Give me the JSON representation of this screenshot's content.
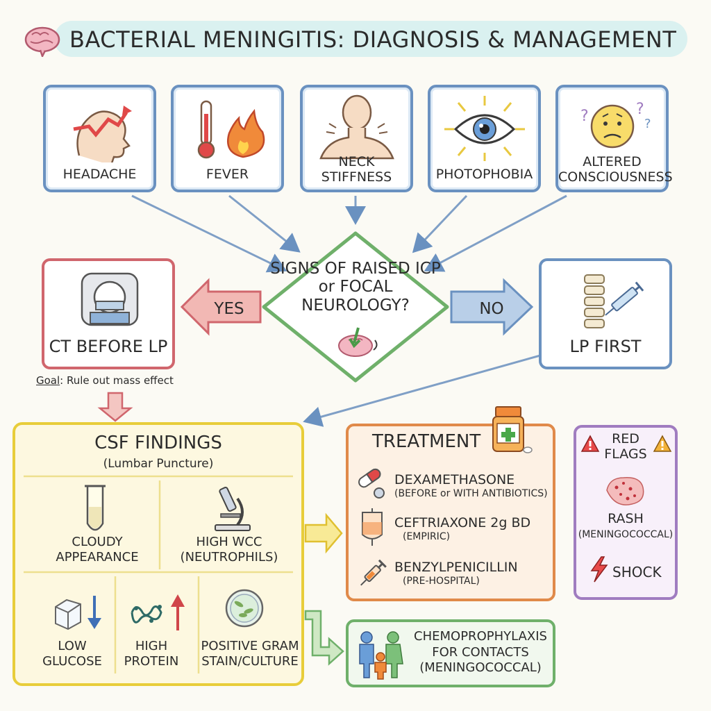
{
  "title": "BACTERIAL MENINGITIS: DIAGNOSIS & MANAGEMENT",
  "symptoms": [
    {
      "label": "HEADACHE",
      "icon": "head-pain-icon"
    },
    {
      "label": "FEVER",
      "icon": "thermometer-flame-icon"
    },
    {
      "label": "NECK STIFFNESS",
      "icon": "stiff-neck-icon"
    },
    {
      "label": "PHOTOPHOBIA",
      "icon": "eye-icon"
    },
    {
      "label": "ALTERED CONSCIOUSNESS",
      "icon": "confused-face-icon"
    }
  ],
  "decision": {
    "question": "SIGNS OF RAISED ICP or FOCAL NEUROLOGY?",
    "yes": "YES",
    "no": "NO"
  },
  "ct": {
    "label": "CT BEFORE LP",
    "goal_label": "Goal",
    "goal_text": ": Rule out mass effect"
  },
  "lp": {
    "label": "LP FIRST"
  },
  "csf": {
    "title": "CSF FINDINGS",
    "subtitle": "(Lumbar Puncture)",
    "findings": [
      {
        "line1": "CLOUDY",
        "line2": "APPEARANCE"
      },
      {
        "line1": "HIGH WCC",
        "line2": "(NEUTROPHILS)"
      },
      {
        "line1": "LOW",
        "line2": "GLUCOSE"
      },
      {
        "line1": "HIGH",
        "line2": "PROTEIN"
      },
      {
        "line1": "POSITIVE GRAM",
        "line2": "STAIN/CULTURE"
      }
    ]
  },
  "treatment": {
    "title": "TREATMENT",
    "items": [
      {
        "drug": "DEXAMETHASONE",
        "note": "(BEFORE or WITH ANTIBIOTICS)"
      },
      {
        "drug": "CEFTRIAXONE 2g BD",
        "note": "(EMPIRIC)"
      },
      {
        "drug": "BENZYLPENICILLIN",
        "note": "(PRE-HOSPITAL)"
      }
    ]
  },
  "red_flags": {
    "title_line1": "RED",
    "title_line2": "FLAGS",
    "rash": "RASH",
    "rash_note": "(MENINGOCOCCAL)",
    "shock": "SHOCK"
  },
  "chemoprophylaxis": {
    "line1": "CHEMOPROPHYLAXIS",
    "line2": "FOR CONTACTS",
    "line3": "(MENINGOCOCCAL)"
  },
  "colors": {
    "blue": "#6a91c0",
    "red": "#d0666d",
    "green": "#6fb06a",
    "yellow": "#e8cd3a",
    "orange": "#e08a4a",
    "purple": "#a07cc0"
  }
}
